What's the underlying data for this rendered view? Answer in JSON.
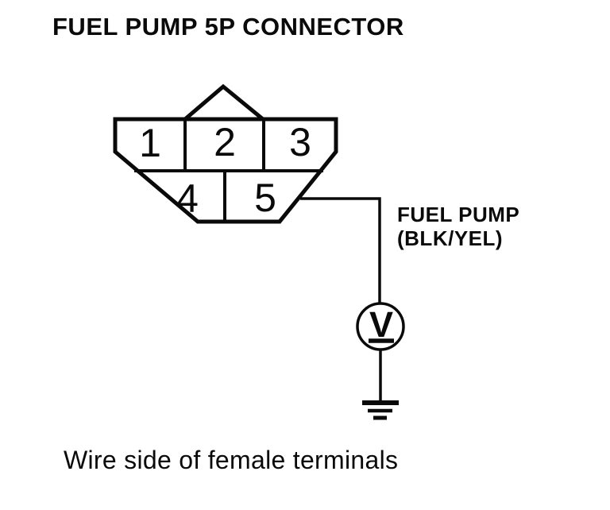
{
  "title": "FUEL PUMP 5P CONNECTOR",
  "connector": {
    "pins": [
      "1",
      "2",
      "3",
      "4",
      "5"
    ]
  },
  "wire": {
    "label_name": "FUEL PUMP",
    "label_color": "(BLK/YEL)"
  },
  "meter": {
    "symbol": "V"
  },
  "caption": "Wire side of female terminals",
  "colors": {
    "ink": "#0a0a0a",
    "paper": "#ffffff"
  }
}
